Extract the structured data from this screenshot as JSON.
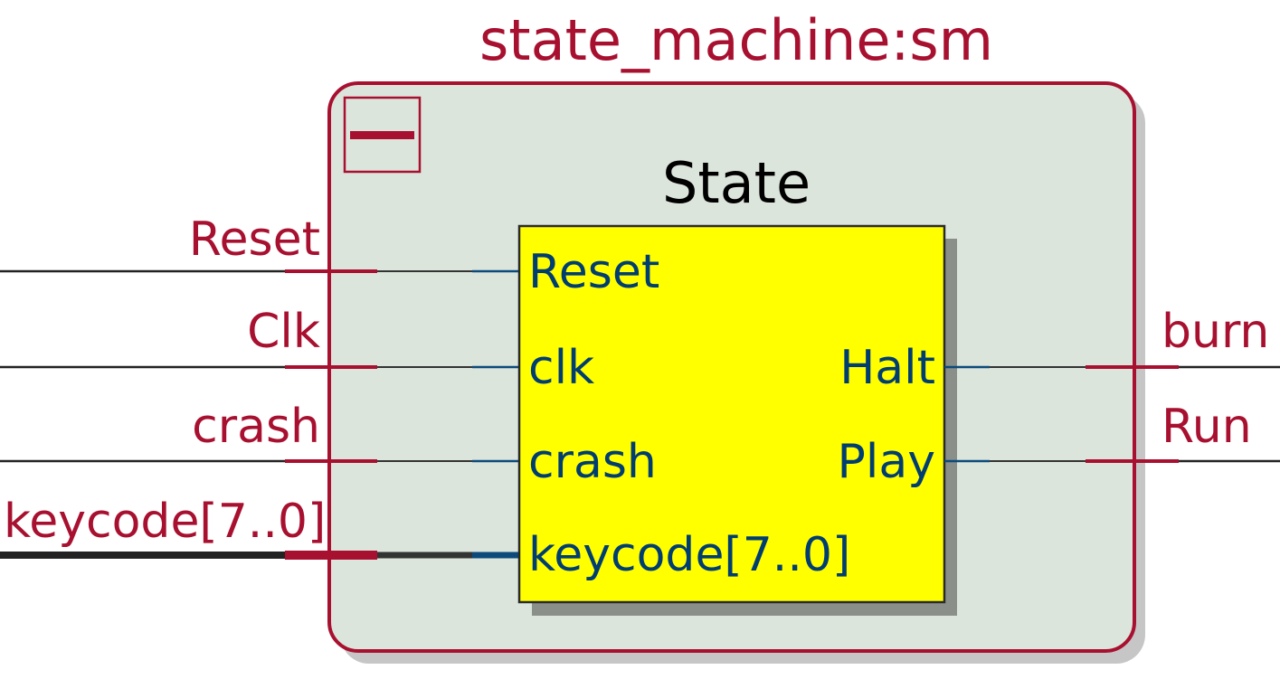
{
  "instance": {
    "title": "state_machine:sm",
    "collapse_icon": "minus-collapse-icon",
    "border_color": "#a81030",
    "fill_color": "#dce5dc"
  },
  "module": {
    "name": "State",
    "fill_color": "#ffff00",
    "inputs": [
      "Reset",
      "clk",
      "crash",
      "keycode[7..0]"
    ],
    "outputs": [
      "Halt",
      "Play"
    ]
  },
  "left_ports": [
    "Reset",
    "Clk",
    "crash",
    "keycode[7..0]"
  ],
  "right_ports": [
    "burn",
    "Run"
  ],
  "colors": {
    "port_label": "#a81030",
    "pin_label": "#003d70",
    "wire": "#222222"
  }
}
